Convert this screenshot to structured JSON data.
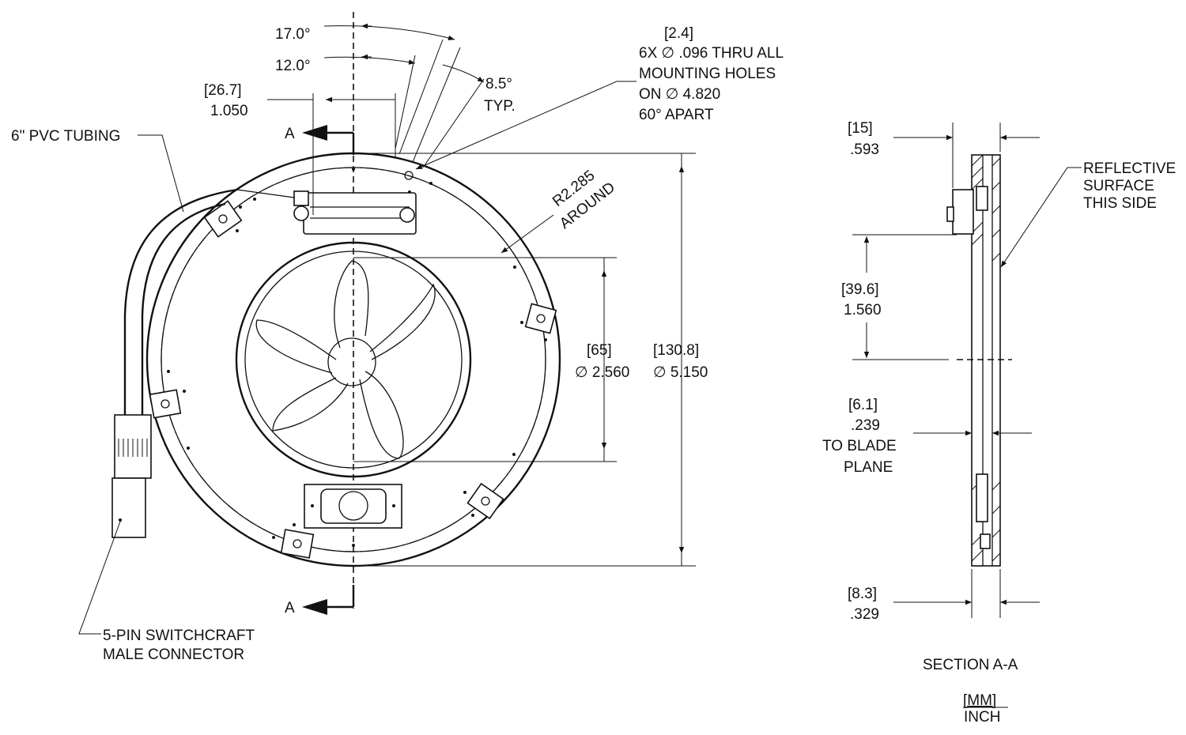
{
  "labels": {
    "section_letter_top": "A",
    "section_letter_bottom": "A",
    "angle_17": "17.0°",
    "angle_12": "12.0°",
    "angle_85": "8.5°",
    "angle_typ": "TYP.",
    "dim_offset_mm": "[26.7]",
    "dim_offset_in": "1.050",
    "tubing": "6\" PVC TUBING",
    "holes_mm": "[2.4]",
    "holes_line1": "6X ∅ .096 THRU ALL",
    "holes_line2": "MOUNTING HOLES",
    "holes_line3": "ON  ∅ 4.820",
    "holes_line4": "60° APART",
    "radius_line1": "R2.285",
    "radius_line2": "AROUND",
    "inner_dia_mm": "[65]",
    "inner_dia_in": "∅ 2.560",
    "outer_dia_mm": "[130.8]",
    "outer_dia_in": "∅ 5.150",
    "connector_line1": "5-PIN SWITCHCRAFT",
    "connector_line2": "MALE CONNECTOR",
    "depth_mm": "[15]",
    "depth_in": ".593",
    "reflective_line1": "REFLECTIVE",
    "reflective_line2": "SURFACE",
    "reflective_line3": "THIS SIDE",
    "height_mm": "[39.6]",
    "height_in": "1.560",
    "blade_mm": "[6.1]",
    "blade_in": ".239",
    "blade_line1": "TO BLADE",
    "blade_line2": "PLANE",
    "thick_mm": "[8.3]",
    "thick_in": ".329",
    "section_title": "SECTION A-A",
    "units_top": "[MM]",
    "units_bottom": "INCH"
  }
}
